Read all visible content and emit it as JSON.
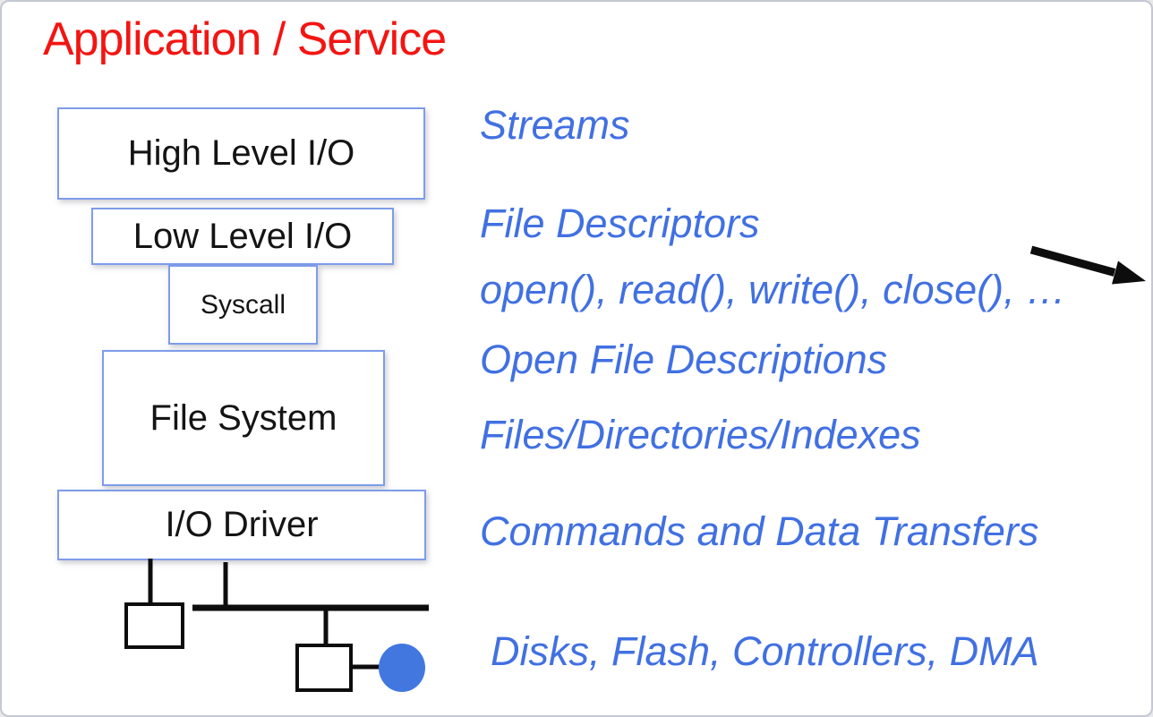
{
  "title": {
    "text": "Application / Service"
  },
  "stack": {
    "boxes": [
      {
        "id": "high-level-io",
        "label": "High Level I/O"
      },
      {
        "id": "low-level-io",
        "label": "Low Level I/O"
      },
      {
        "id": "syscall",
        "label": "Syscall"
      },
      {
        "id": "file-system",
        "label": "File System"
      },
      {
        "id": "io-driver",
        "label": "I/O Driver"
      }
    ]
  },
  "annotations": [
    {
      "id": "streams",
      "text": "Streams"
    },
    {
      "id": "file-descriptors",
      "text": "File Descriptors"
    },
    {
      "id": "syscall-api",
      "text": "open(), read(), write(), close(), …"
    },
    {
      "id": "open-file-descriptions",
      "text": "Open File Descriptions"
    },
    {
      "id": "files-directories-indexes",
      "text": "Files/Directories/Indexes"
    },
    {
      "id": "commands-data-transfers",
      "text": "Commands and Data Transfers"
    },
    {
      "id": "hardware-devices",
      "text": "Disks, Flash, Controllers, DMA"
    }
  ],
  "icons": [
    {
      "name": "arrow-right-icon",
      "meaning": "pointer arrow toward syscall API line"
    },
    {
      "name": "device-box-icon",
      "meaning": "hardware device on bus"
    },
    {
      "name": "dma-device-circle-icon",
      "meaning": "peripheral / DMA device"
    }
  ],
  "colors": {
    "title_red": "#f31512",
    "note_blue": "#4170e2",
    "box_border_blue": "#7e9cea",
    "box_text_black": "#141414",
    "bus_line_black": "#0d0d0d",
    "circle_blue": "#4377e0"
  }
}
